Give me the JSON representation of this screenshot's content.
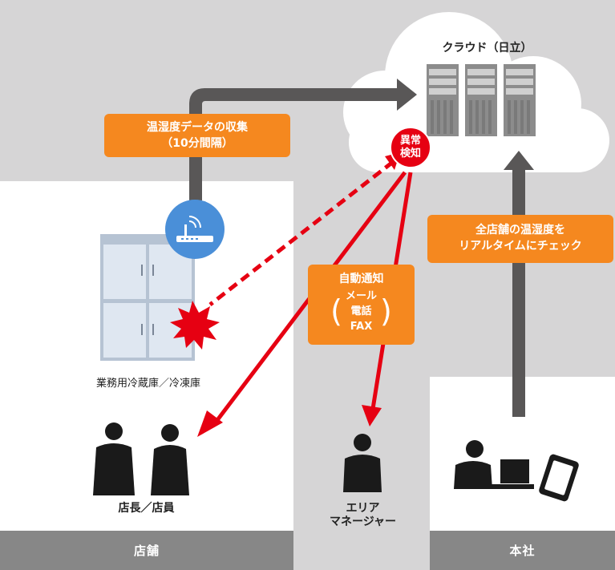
{
  "cloud": {
    "label": "クラウド（日立）"
  },
  "collect": {
    "line1": "温湿度データの収集",
    "line2": "（10分間隔）"
  },
  "anomaly": {
    "line1": "異常",
    "line2": "検知"
  },
  "notify": {
    "title": "自動通知",
    "items": [
      "メール",
      "電話",
      "FAX"
    ]
  },
  "check": {
    "line1": "全店舗の温湿度を",
    "line2": "リアルタイムにチェック"
  },
  "store": {
    "fridge_label": "業務用冷蔵庫／冷凍庫",
    "staff_label": "店長／店員",
    "footer": "店舗"
  },
  "manager": {
    "line1": "エリア",
    "line2": "マネージャー"
  },
  "hq": {
    "footer": "本社"
  },
  "colors": {
    "orange": "#f5881f",
    "red": "#e60012",
    "gray_arrow": "#595757",
    "router_blue": "#4a8fd8"
  }
}
